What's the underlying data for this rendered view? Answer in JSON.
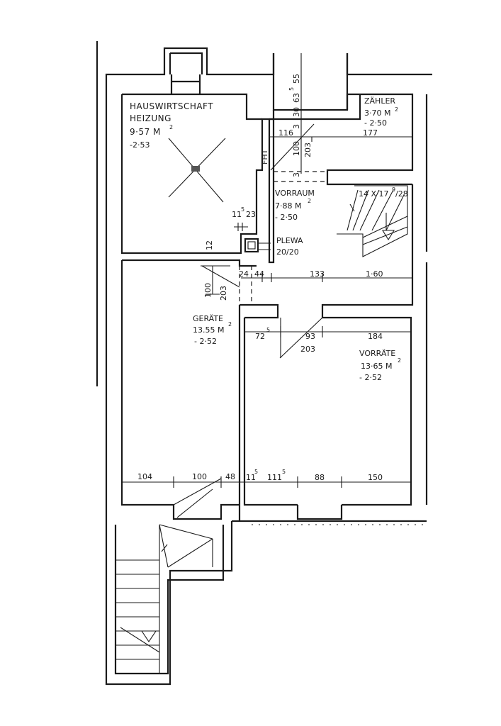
{
  "rooms": {
    "hauswirtschaft": {
      "name1": "HAUSWIRTSCHAFT",
      "name2": "HEIZUNG",
      "area": "9·57 M",
      "height": "-2·53"
    },
    "zaehler": {
      "name": "ZÄHLER",
      "area": "3·70 M",
      "height": "- 2·50"
    },
    "vorraum": {
      "name": "VORRAUM",
      "area": "7·88 M",
      "height": "- 2·50"
    },
    "plewa": {
      "name": "PLEWA",
      "size": "20/20"
    },
    "geraete": {
      "name": "GERÄTE",
      "area": "13.55 M",
      "height": "- 2·52"
    },
    "vorraete": {
      "name": "VORRÄTE",
      "area": "13·65 M",
      "height": "- 2·52"
    }
  },
  "sq": "2",
  "stair": {
    "label": "14 X 17",
    "sup": "9",
    "tail": "/28"
  },
  "fht": "FHT",
  "dims": {
    "d55": "55",
    "d63": "63",
    "d5": "5",
    "d30": "30",
    "d3a": "3",
    "d116": "116",
    "d177": "177",
    "d100a": "100",
    "d203a": "203",
    "d3b": "3",
    "d11": "11",
    "d23": "23",
    "d12": "12",
    "d24": "24",
    "d44": "44",
    "d133": "133",
    "d160": "1·60",
    "d100b": "100",
    "d203b": "203",
    "d72": "72",
    "d93": "93",
    "d184": "184",
    "d203c": "203",
    "d104": "104",
    "d100c": "100",
    "d48": "48",
    "d11b": "11",
    "d111": "111",
    "d88": "88",
    "d150": "150"
  }
}
